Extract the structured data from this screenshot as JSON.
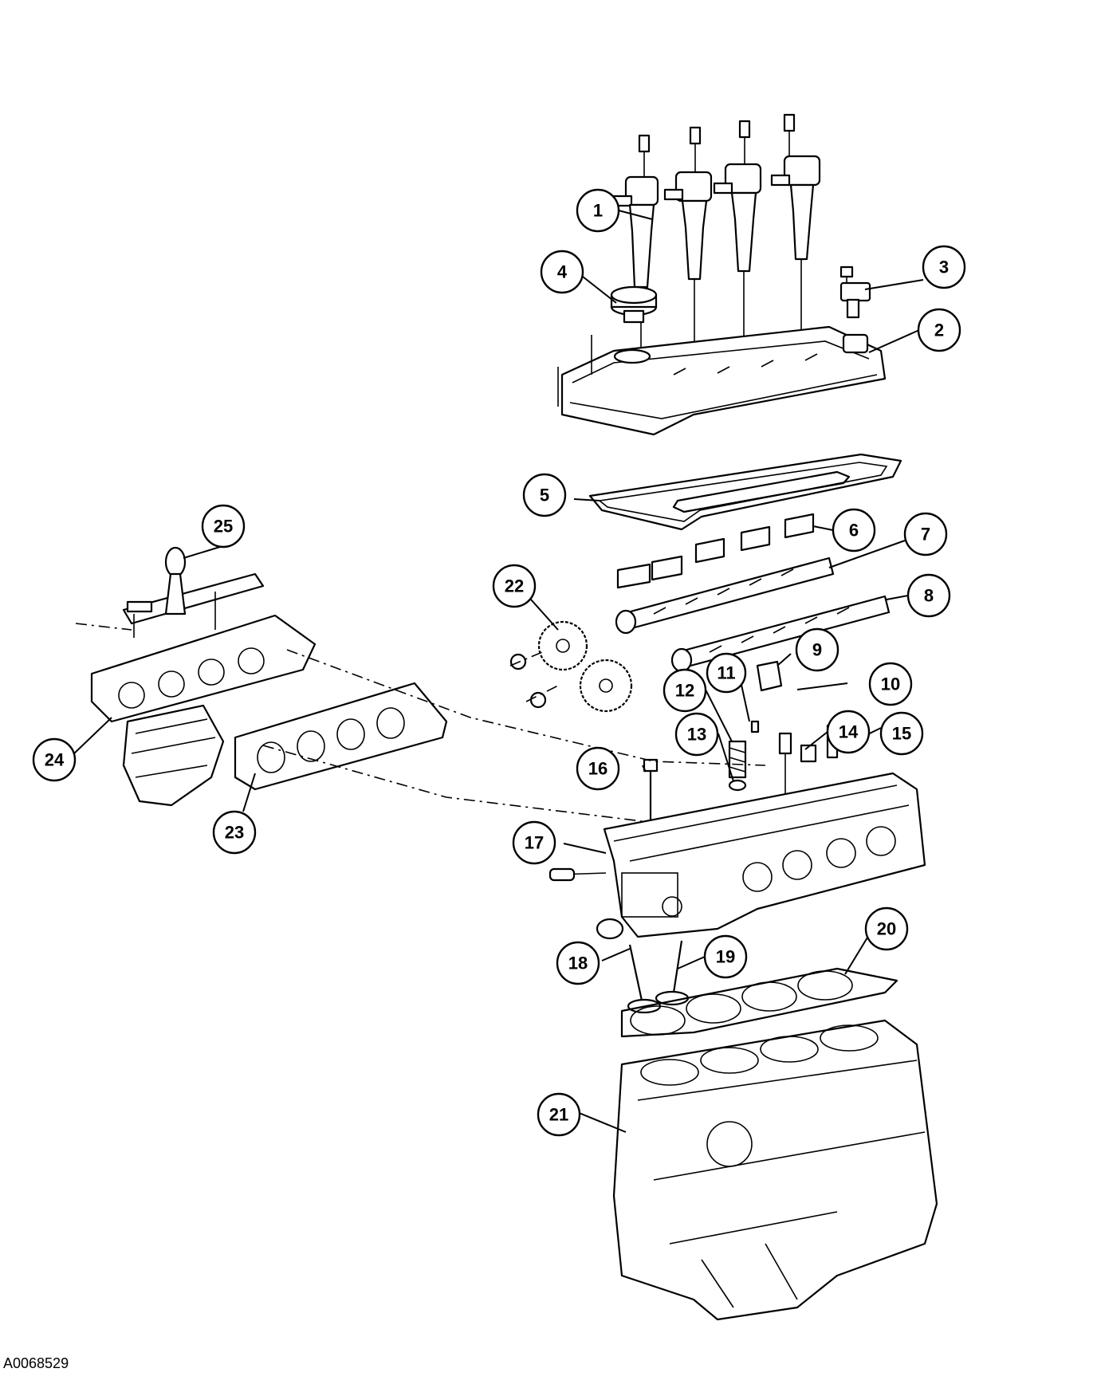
{
  "figure_id": "A0068529",
  "callouts": [
    {
      "number": "1"
    },
    {
      "number": "2"
    },
    {
      "number": "3"
    },
    {
      "number": "4"
    },
    {
      "number": "5"
    },
    {
      "number": "6"
    },
    {
      "number": "7"
    },
    {
      "number": "8"
    },
    {
      "number": "9"
    },
    {
      "number": "10"
    },
    {
      "number": "11"
    },
    {
      "number": "12"
    },
    {
      "number": "13"
    },
    {
      "number": "14"
    },
    {
      "number": "15"
    },
    {
      "number": "16"
    },
    {
      "number": "17"
    },
    {
      "number": "18"
    },
    {
      "number": "19"
    },
    {
      "number": "20"
    },
    {
      "number": "21"
    },
    {
      "number": "22"
    },
    {
      "number": "23"
    },
    {
      "number": "24"
    },
    {
      "number": "25"
    }
  ],
  "colors": {
    "line": "#000000",
    "background": "#ffffff"
  }
}
